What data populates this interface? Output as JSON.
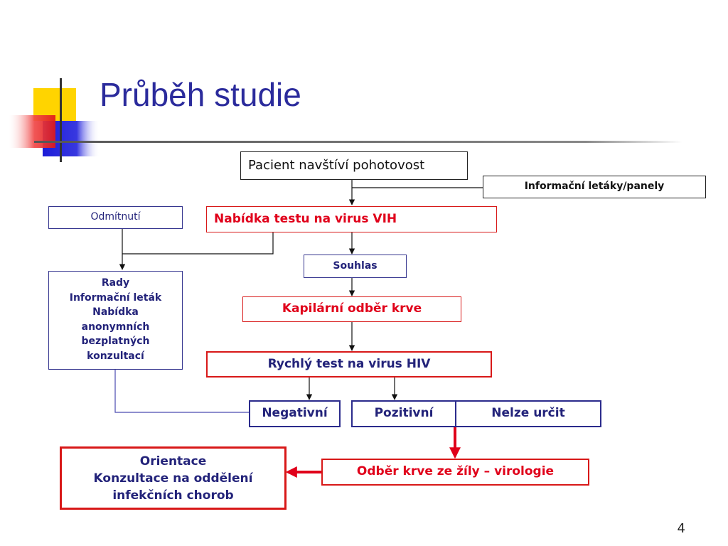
{
  "slide": {
    "title": "Průběh studie",
    "page_number": "4"
  },
  "flowchart": {
    "patient_visit": "Pacient navštíví pohotovost",
    "leaflets_panels": "Informační letáky/panely",
    "hiv_test_offer": "Nabídka testu na virus VIH",
    "refusal": "Odmítnutí",
    "consent": "Souhlas",
    "advice_lines": [
      "Rady",
      "Informační leták",
      "Nabídka",
      "anonymních",
      "bezplatných",
      "konzultací"
    ],
    "capillary_blood": "Kapilární odběr krve",
    "rapid_test": "Rychlý test na virus HIV",
    "negative": "Negativní",
    "positive": "Pozitivní",
    "indeterminate": "Nelze určit",
    "venous_blood": "Odběr krve ze žíly – virologie",
    "orientation_lines": [
      "Orientace",
      "Konzultace na oddělení",
      "infekčních chorob"
    ]
  },
  "colors": {
    "title_blue": "#2b2b9c",
    "accent_red": "#e0001a",
    "box_navy": "#2b2b8c",
    "connector_blue": "#4a4ab0"
  }
}
